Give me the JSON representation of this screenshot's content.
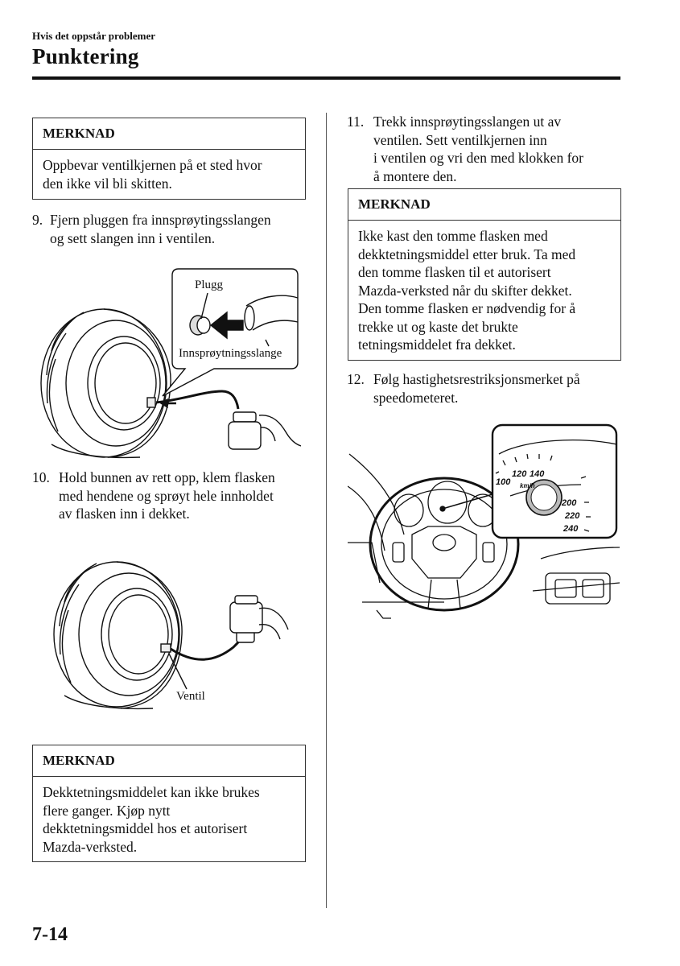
{
  "header": {
    "section": "Hvis det oppstår problemer",
    "title": "Punktering"
  },
  "left": {
    "note1": {
      "heading": "MERKNAD",
      "lines": [
        "Oppbevar ventilkjernen på et sted hvor",
        "den ikke vil bli skitten."
      ]
    },
    "step9": {
      "number": "9.",
      "lines": [
        "Fjern pluggen fra innsprøytingsslangen",
        "og sett slangen inn i ventilen."
      ]
    },
    "figure1": {
      "label_plug": "Plugg",
      "label_hose": "Innsprøytningsslange"
    },
    "step10": {
      "number": "10.",
      "lines": [
        "Hold bunnen av rett opp, klem flasken",
        "med hendene og sprøyt hele innholdet",
        "av flasken inn i dekket."
      ]
    },
    "figure2": {
      "label_valve": "Ventil"
    },
    "note2": {
      "heading": "MERKNAD",
      "lines": [
        "Dekktetningsmiddelet kan ikke brukes",
        "flere ganger. Kjøp nytt",
        "dekktetningsmiddel hos et autorisert",
        "Mazda-verksted."
      ]
    }
  },
  "right": {
    "step11": {
      "number": "11.",
      "lines": [
        "Trekk innsprøytingsslangen ut av",
        "ventilen. Sett ventilkjernen inn",
        "i ventilen og vri den med klokken for",
        "å montere den."
      ]
    },
    "note3": {
      "heading": "MERKNAD",
      "lines": [
        "Ikke kast den tomme flasken med",
        "dekktetningsmiddel etter bruk. Ta med",
        "den tomme flasken til et autorisert",
        "Mazda-verksted når du skifter dekket.",
        "Den tomme flasken er nødvendig for å",
        "trekke ut og kaste det brukte",
        "tetningsmiddelet fra dekket."
      ]
    },
    "step12": {
      "number": "12.",
      "lines": [
        "Følg hastighetsrestriksjonsmerket på",
        "speedometeret."
      ]
    },
    "figure3": {
      "speedo_labels": [
        "100",
        "120",
        "140",
        "200",
        "220",
        "240"
      ],
      "unit": "km/h"
    }
  },
  "footer": {
    "page_number": "7-14"
  }
}
